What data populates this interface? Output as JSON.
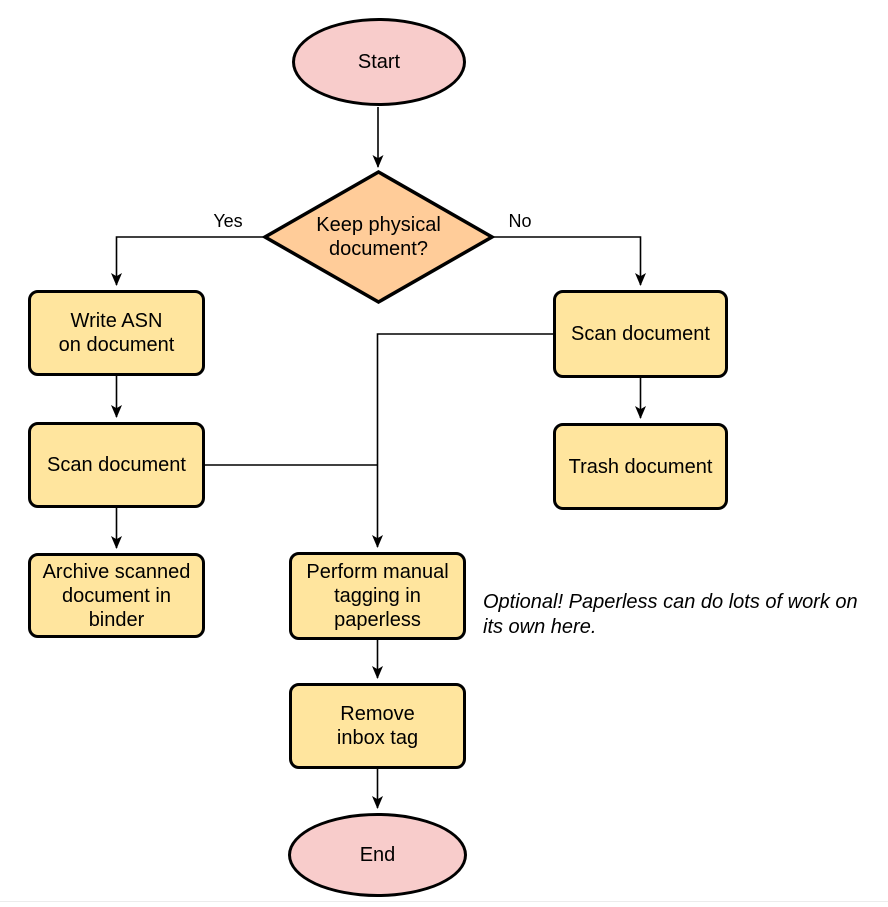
{
  "diagram": {
    "type": "flowchart",
    "nodes": {
      "start": {
        "label": "Start",
        "shape": "ellipse"
      },
      "decision": {
        "label": "Keep physical\ndocument?",
        "shape": "diamond"
      },
      "write_asn": {
        "label": "Write ASN\non document",
        "shape": "process"
      },
      "scan_left": {
        "label": "Scan document",
        "shape": "process"
      },
      "archive": {
        "label": "Archive scanned\ndocument in\nbinder",
        "shape": "process"
      },
      "scan_right": {
        "label": "Scan document",
        "shape": "process"
      },
      "trash": {
        "label": "Trash document",
        "shape": "process"
      },
      "tagging": {
        "label": "Perform manual\ntagging in\npaperless",
        "shape": "process"
      },
      "remove_inbox": {
        "label": "Remove\ninbox tag",
        "shape": "process"
      },
      "end": {
        "label": "End",
        "shape": "ellipse"
      }
    },
    "edge_labels": {
      "yes": "Yes",
      "no": "No"
    },
    "annotation": "Optional! Paperless can do lots of work on\nits own here.",
    "colors": {
      "terminal_fill": "#f8cccb",
      "decision_fill": "#ffcc99",
      "process_fill": "#ffe59e",
      "stroke": "#000000",
      "bottom_rule": "#ececec"
    }
  }
}
